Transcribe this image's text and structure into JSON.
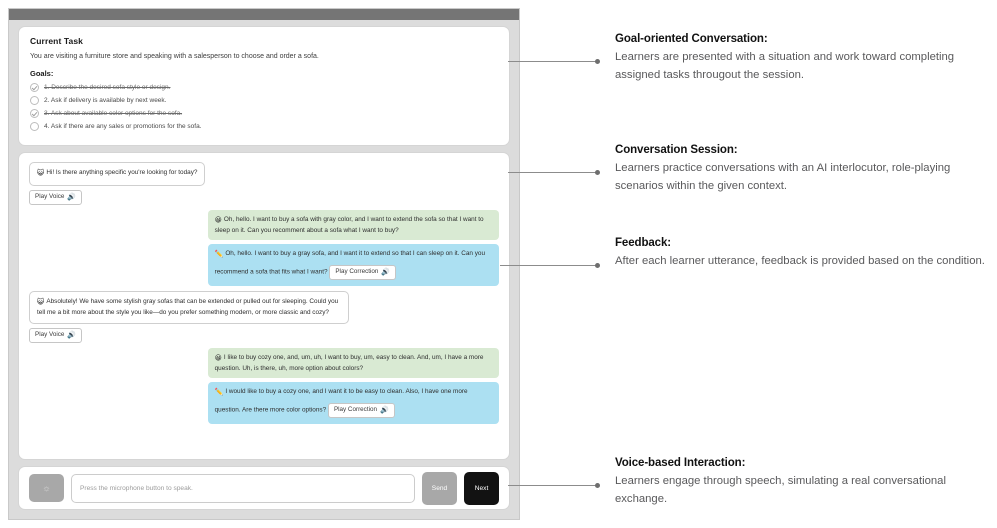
{
  "app": {
    "task_panel": {
      "title": "Current Task",
      "description": "You are visiting a furniture store and speaking with a salesperson to choose and order a sofa.",
      "goals_label": "Goals:",
      "goals": [
        {
          "text": "1. Describe the desired sofa style or design.",
          "done": true
        },
        {
          "text": "2. Ask if delivery is available by next week.",
          "done": false
        },
        {
          "text": "3. Ask about available color options for the sofa.",
          "done": true
        },
        {
          "text": "4. Ask if there are any sales or promotions for the sofa.",
          "done": false
        }
      ]
    },
    "chat": {
      "ai_emoji": "😺",
      "learner_emoji": "😀",
      "correction_emoji": "✏️",
      "speaker_icon": "🔊",
      "play_voice_label": "Play Voice",
      "play_correction_label": "Play Correction",
      "turns": [
        {
          "role": "ai",
          "text": "Hi! Is there anything specific you're looking for today?"
        },
        {
          "role": "user",
          "learner": "Oh, hello. I want to buy a sofa with gray color, and I want to extend the sofa so that I want to sleep on it. Can you recomment about a sofa what I want to buy?",
          "correction": "Oh, hello. I want to buy a gray sofa, and I want it to extend so that I can sleep on it. Can you recommend a sofa that fits what I want?"
        },
        {
          "role": "ai",
          "text": "Absolutely! We have some stylish gray sofas that can be extended or pulled out for sleeping. Could you tell me a bit more about the style you like—do you prefer something modern, or more classic and cozy?"
        },
        {
          "role": "user",
          "learner": "I like to buy cozy one, and, um, uh, I want to buy, um, easy to clean. And, um, I have a more question. Uh, is there, uh, more option about colors?",
          "correction": "I would like to buy a cozy one, and I want it to be easy to clean. Also, I have one more question. Are there more color options?"
        }
      ]
    },
    "input_bar": {
      "mic_icon": "🎙",
      "placeholder": "Press the microphone button to speak.",
      "send_label": "Send",
      "next_label": "Next"
    }
  },
  "annotations": [
    {
      "title": "Goal-oriented Conversation:",
      "body": "Learners are presented with a situation and work toward completing assigned tasks througout the session."
    },
    {
      "title": "Conversation Session:",
      "body": "Learners practice conversations with an AI interlocutor, role-playing scenarios within the given context."
    },
    {
      "title": "Feedback:",
      "body": "After each learner utterance, feedback is provided based on the condition."
    },
    {
      "title": "Voice-based Interaction:",
      "body": "Learners engage through speech, simulating a real conversational exchange."
    }
  ],
  "colors": {
    "learner_bubble": "#d9ead3",
    "correction_bubble": "#ace0f2",
    "next_button": "#121212",
    "send_button": "#a8a8a8"
  }
}
